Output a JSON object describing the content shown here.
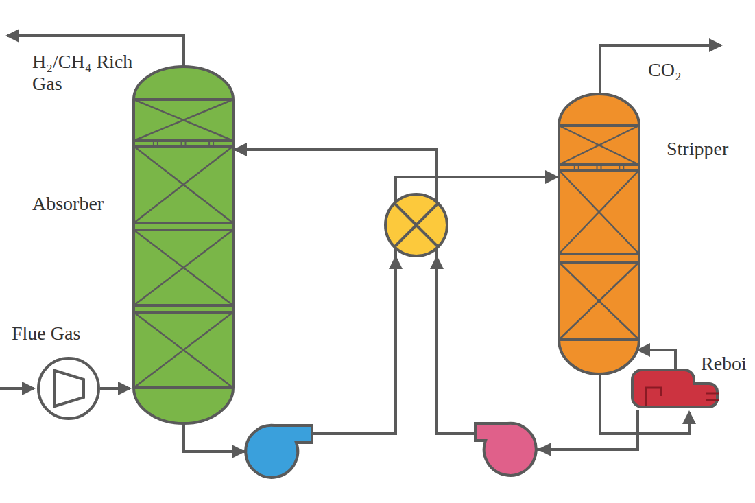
{
  "diagram": {
    "nodes": [
      {
        "text": [
          "Absorber"
        ]
      },
      {
        "text": [
          "Stripper"
        ]
      },
      {
        "text": [
          "Reboi"
        ]
      }
    ],
    "edges": [
      {
        "from": 0,
        "to": 1,
        "arrow": "to"
      },
      {
        "from": 2,
        "to": 0,
        "arrow": "to"
      },
      {
        "from": 1,
        "to": 2,
        "arrow": "to"
      },
      {
        "from": 2,
        "to": 1,
        "arrow": "to"
      }
    ],
    "labels": [
      "H₂/CH₄ Rich Gas",
      "Flue Gas",
      "CO₂"
    ]
  }
}
